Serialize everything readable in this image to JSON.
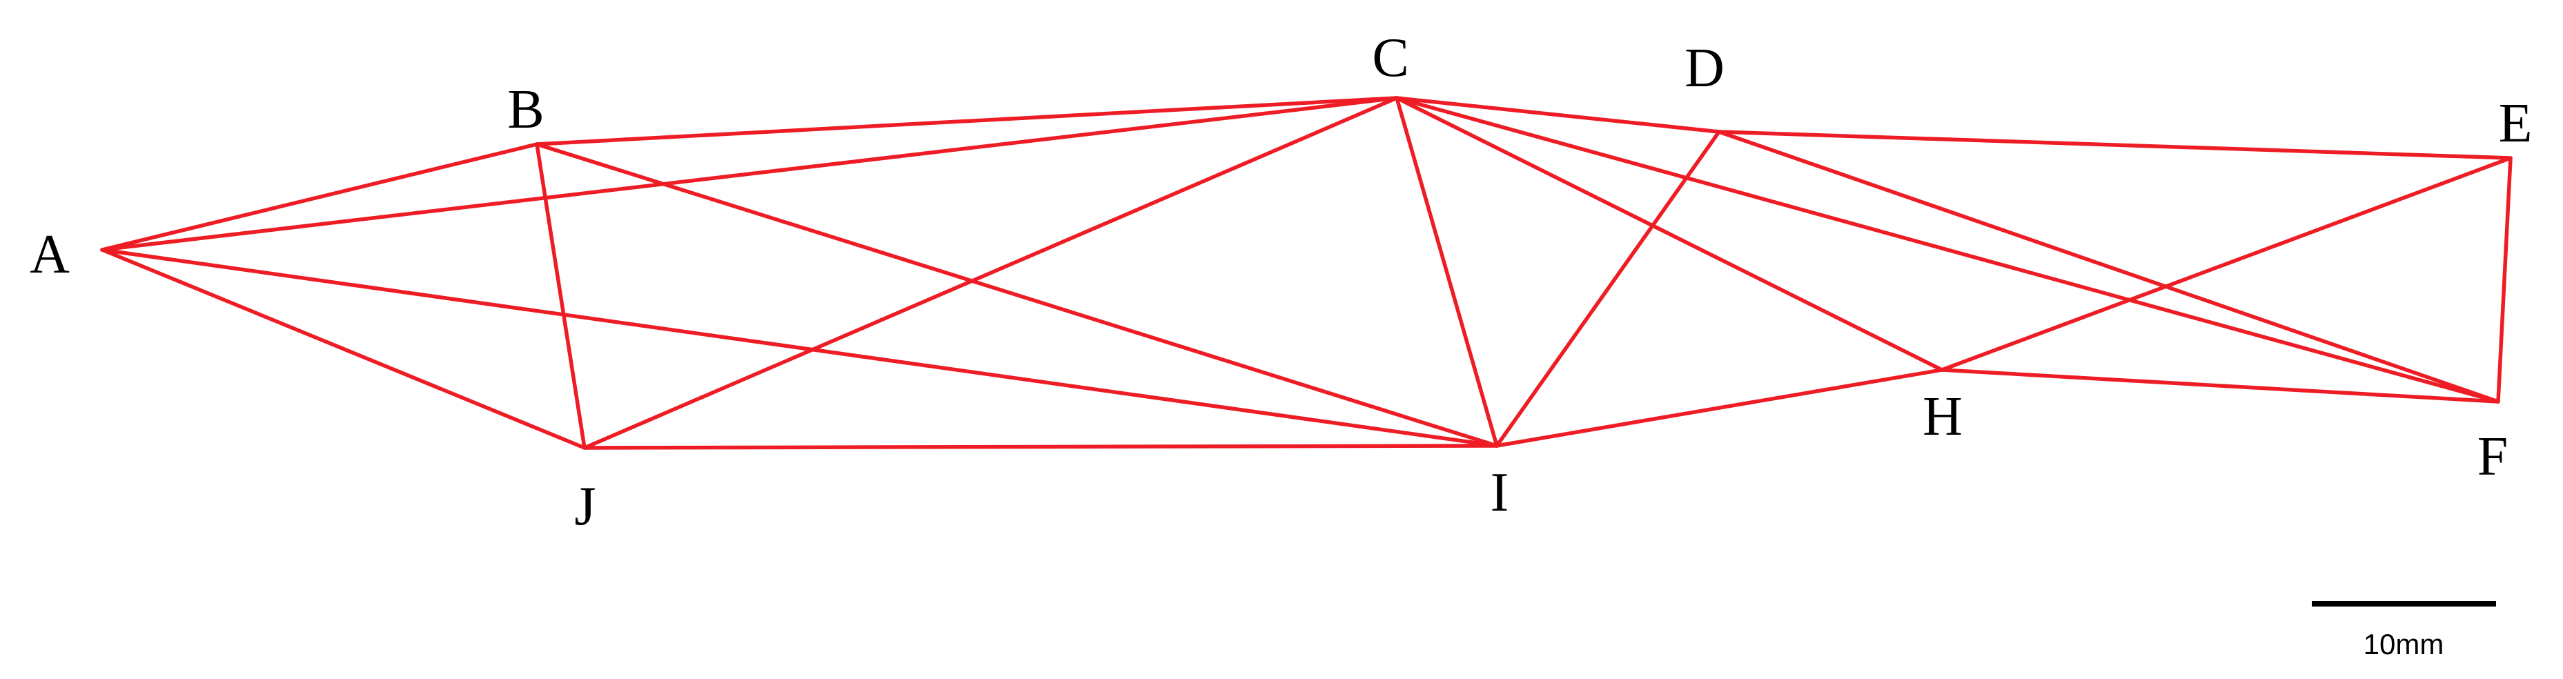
{
  "diagram": {
    "edge_color": "#ee1c24",
    "vertices": [
      {
        "id": "A",
        "label": "A"
      },
      {
        "id": "B",
        "label": "B"
      },
      {
        "id": "C",
        "label": "C"
      },
      {
        "id": "D",
        "label": "D"
      },
      {
        "id": "E",
        "label": "E"
      },
      {
        "id": "F",
        "label": "F"
      },
      {
        "id": "H",
        "label": "H"
      },
      {
        "id": "I",
        "label": "I"
      },
      {
        "id": "J",
        "label": "J"
      }
    ],
    "edges": [
      [
        "A",
        "B"
      ],
      [
        "A",
        "C"
      ],
      [
        "A",
        "J"
      ],
      [
        "A",
        "I"
      ],
      [
        "B",
        "C"
      ],
      [
        "B",
        "J"
      ],
      [
        "B",
        "I"
      ],
      [
        "C",
        "J"
      ],
      [
        "C",
        "I"
      ],
      [
        "C",
        "D"
      ],
      [
        "C",
        "H"
      ],
      [
        "C",
        "F"
      ],
      [
        "D",
        "E"
      ],
      [
        "D",
        "I"
      ],
      [
        "D",
        "F"
      ],
      [
        "E",
        "H"
      ],
      [
        "E",
        "F"
      ],
      [
        "H",
        "I"
      ],
      [
        "H",
        "F"
      ],
      [
        "I",
        "J"
      ]
    ],
    "scale_bar": {
      "label": "10mm"
    }
  }
}
